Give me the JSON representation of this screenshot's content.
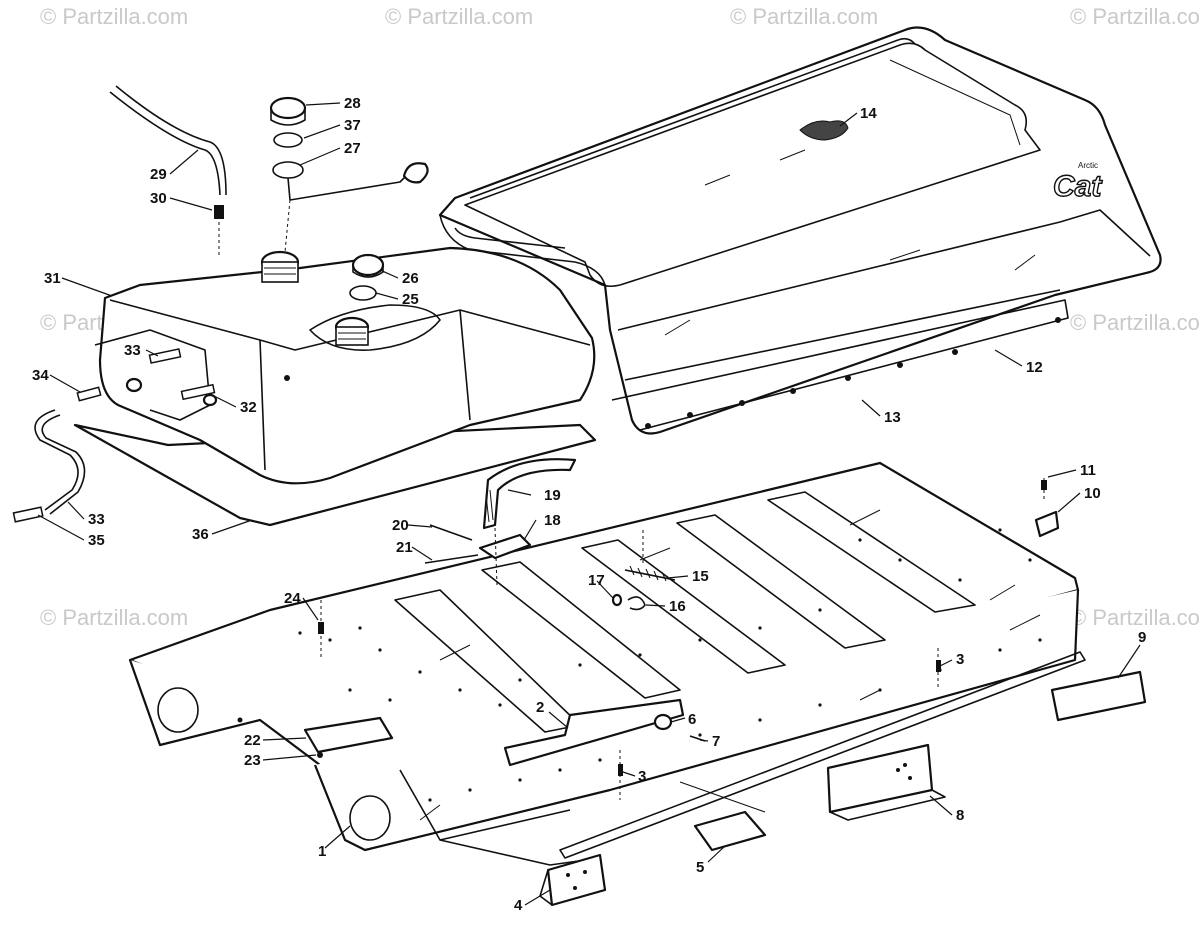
{
  "watermark": "© Partzilla.com",
  "logo_text": "Cat",
  "logo_small_text": "Arctic",
  "callouts": [
    {
      "id": "c1",
      "label": "1"
    },
    {
      "id": "c2",
      "label": "2"
    },
    {
      "id": "c3a",
      "label": "3"
    },
    {
      "id": "c3b",
      "label": "3"
    },
    {
      "id": "c4",
      "label": "4"
    },
    {
      "id": "c5",
      "label": "5"
    },
    {
      "id": "c6",
      "label": "6"
    },
    {
      "id": "c7",
      "label": "7"
    },
    {
      "id": "c8",
      "label": "8"
    },
    {
      "id": "c9",
      "label": "9"
    },
    {
      "id": "c10",
      "label": "10"
    },
    {
      "id": "c11",
      "label": "11"
    },
    {
      "id": "c12",
      "label": "12"
    },
    {
      "id": "c13",
      "label": "13"
    },
    {
      "id": "c14",
      "label": "14"
    },
    {
      "id": "c15",
      "label": "15"
    },
    {
      "id": "c16",
      "label": "16"
    },
    {
      "id": "c17",
      "label": "17"
    },
    {
      "id": "c18",
      "label": "18"
    },
    {
      "id": "c19",
      "label": "19"
    },
    {
      "id": "c20",
      "label": "20"
    },
    {
      "id": "c21",
      "label": "21"
    },
    {
      "id": "c22",
      "label": "22"
    },
    {
      "id": "c23",
      "label": "23"
    },
    {
      "id": "c24",
      "label": "24"
    },
    {
      "id": "c25",
      "label": "25"
    },
    {
      "id": "c26",
      "label": "26"
    },
    {
      "id": "c27",
      "label": "27"
    },
    {
      "id": "c28",
      "label": "28"
    },
    {
      "id": "c29",
      "label": "29"
    },
    {
      "id": "c30",
      "label": "30"
    },
    {
      "id": "c31",
      "label": "31"
    },
    {
      "id": "c32",
      "label": "32"
    },
    {
      "id": "c33a",
      "label": "33"
    },
    {
      "id": "c33b",
      "label": "33"
    },
    {
      "id": "c34",
      "label": "34"
    },
    {
      "id": "c35",
      "label": "35"
    },
    {
      "id": "c36",
      "label": "36"
    },
    {
      "id": "c37",
      "label": "37"
    }
  ]
}
